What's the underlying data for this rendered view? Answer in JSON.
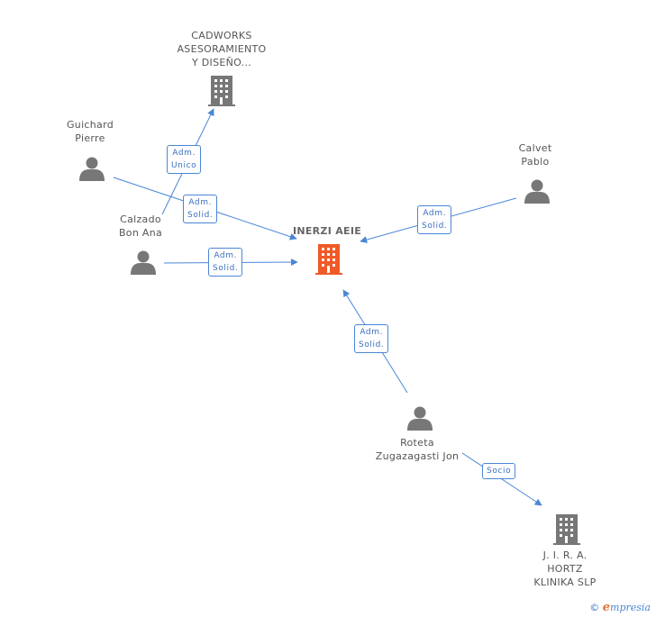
{
  "colors": {
    "edge": "#4a86d6",
    "person_icon": "#777777",
    "company_icon": "#777777",
    "focus_icon": "#f05a28"
  },
  "nodes": {
    "inerzi": {
      "label": "INERZI AEIE",
      "icon": "building-icon-focus"
    },
    "cadworks": {
      "lines": [
        "CADWORKS",
        "ASESORAMIENTO",
        "Y DISEÑO..."
      ],
      "icon": "building-icon"
    },
    "guichard": {
      "lines": [
        "Guichard",
        "Pierre"
      ],
      "icon": "person-icon"
    },
    "calzado": {
      "lines": [
        "Calzado",
        "Bon Ana"
      ],
      "icon": "person-icon"
    },
    "calvet": {
      "lines": [
        "Calvet",
        "Pablo"
      ],
      "icon": "person-icon"
    },
    "roteta": {
      "lines": [
        "Roteta",
        "Zugazagasti Jon"
      ],
      "icon": "person-icon"
    },
    "jira": {
      "lines": [
        "J. I. R. A.",
        "HORTZ",
        "KLINIKA SLP"
      ],
      "icon": "building-icon"
    }
  },
  "edges": {
    "calzado_cadworks": [
      "Adm.",
      "Unico"
    ],
    "guichard_inerzi": [
      "Adm.",
      "Solid."
    ],
    "calzado_inerzi": [
      "Adm.",
      "Solid."
    ],
    "calvet_inerzi": [
      "Adm.",
      "Solid."
    ],
    "roteta_inerzi": [
      "Adm.",
      "Solid."
    ],
    "roteta_jira": [
      "Socio"
    ]
  },
  "footer": {
    "copyright": "©",
    "brand_initial": "e",
    "brand_rest": "mpresia"
  }
}
